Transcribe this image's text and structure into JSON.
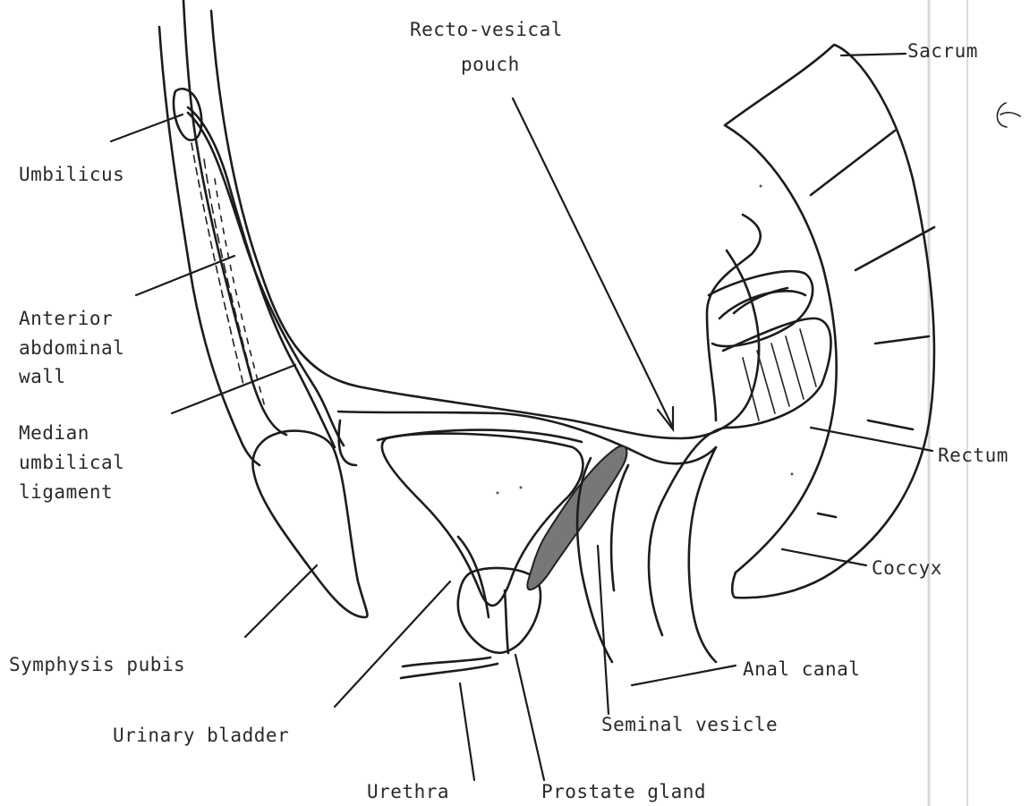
{
  "labels": {
    "recto_vesical_line1": "Recto-vesical",
    "recto_vesical_line2": "pouch",
    "sacrum": "Sacrum",
    "umbilicus": "Umbilicus",
    "anterior_line1": "Anterior",
    "anterior_line2": "abdominal",
    "anterior_line3": "wall",
    "median_line1": "Median",
    "median_line2": "umbilical",
    "median_line3": "ligament",
    "rectum": "Rectum",
    "coccyx": "Coccyx",
    "symphysis": "Symphysis pubis",
    "anal_canal": "Anal canal",
    "seminal": "Seminal vesicle",
    "bladder": "Urinary bladder",
    "urethra": "Urethra",
    "prostate": "Prostate gland"
  }
}
